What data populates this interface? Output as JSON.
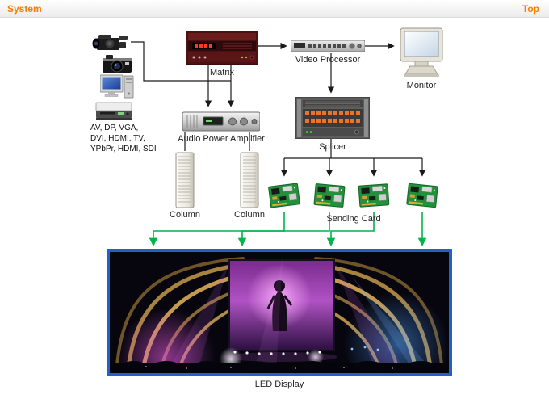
{
  "header": {
    "title": "System",
    "top_link": "Top"
  },
  "source_formats": {
    "line1": "AV, DP, VGA,",
    "line2": "DVI, HDMI, TV,",
    "line3": "YPbPr, HDMI, SDI"
  },
  "labels": {
    "matrix": "Matrix",
    "video_processor": "Video Processor",
    "monitor": "Monitor",
    "amplifier": "Audio Power Amplifier",
    "splicer": "Splicer",
    "column_left": "Column",
    "column_right": "Column",
    "sending_card": "Sending Card",
    "led_display": "LED Display"
  },
  "icons": {
    "video_camera": "video-camera-icon",
    "photo_camera": "photo-camera-icon",
    "desktop_pc": "desktop-pc-icon",
    "dvd_player": "dvd-player-icon",
    "matrix_device": "matrix-device-icon",
    "video_processor_device": "video-processor-device-icon",
    "monitor_device": "monitor-icon",
    "amplifier_device": "amplifier-device-icon",
    "splicer_device": "splicer-device-icon",
    "column_speaker": "column-speaker-icon",
    "sending_card_board": "sending-card-icon",
    "led_display_photo": "led-display-photo"
  },
  "colors": {
    "accent_orange": "#F77C00",
    "connector_black": "#1A1A1A",
    "connector_green": "#00B44A",
    "display_border_blue": "#2063C6"
  }
}
